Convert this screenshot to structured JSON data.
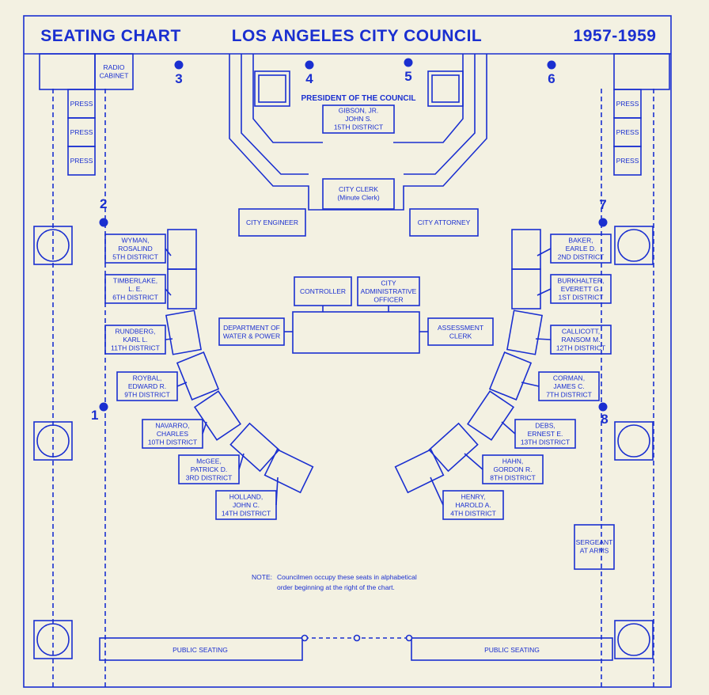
{
  "header": {
    "left": "SEATING CHART",
    "center": "LOS ANGELES CITY COUNCIL",
    "right": "1957-1959"
  },
  "chamber": {
    "radio_cabinet": [
      "RADIO",
      "CABINET"
    ],
    "press_label": "PRESS",
    "president_heading": "PRESIDENT OF THE COUNCIL",
    "president": [
      "GIBSON, JR.",
      "JOHN S.",
      "15TH DISTRICT"
    ],
    "city_clerk": [
      "CITY CLERK",
      "(Minute Clerk)"
    ],
    "city_engineer": "CITY ENGINEER",
    "city_attorney": "CITY ATTORNEY",
    "controller": "CONTROLLER",
    "cao": [
      "CITY",
      "ADMINISTRATIVE",
      "OFFICER"
    ],
    "water_power": [
      "DEPARTMENT OF",
      "WATER & POWER"
    ],
    "assessment_clerk": [
      "ASSESSMENT",
      "CLERK"
    ],
    "sergeant": [
      "SERGEANT",
      "AT ARMS"
    ],
    "public_seating": "PUBLIC SEATING",
    "note_label": "NOTE:",
    "note_lines": [
      "Councilmen occupy these seats in alphabetical",
      "order beginning at the right of the chart."
    ]
  },
  "markers": [
    "1",
    "2",
    "3",
    "4",
    "5",
    "6",
    "7",
    "8"
  ],
  "councilmen_left": [
    [
      "WYMAN,",
      "ROSALIND",
      "5TH DISTRICT"
    ],
    [
      "TIMBERLAKE,",
      "L. E.",
      "6TH DISTRICT"
    ],
    [
      "RUNDBERG,",
      "KARL L.",
      "11TH DISTRICT"
    ],
    [
      "ROYBAL,",
      "EDWARD R.",
      "9TH DISTRICT"
    ],
    [
      "NAVARRO,",
      "CHARLES",
      "10TH DISTRICT"
    ],
    [
      "McGEE,",
      "PATRICK D.",
      "3RD DISTRICT"
    ],
    [
      "HOLLAND,",
      "JOHN C.",
      "14TH DISTRICT"
    ]
  ],
  "councilmen_right": [
    [
      "BAKER,",
      "EARLE D.",
      "2ND DISTRICT"
    ],
    [
      "BURKHALTER,",
      "EVERETT G.",
      "1ST DISTRICT"
    ],
    [
      "CALLICOTT,",
      "RANSOM M.",
      "12TH DISTRICT"
    ],
    [
      "CORMAN,",
      "JAMES C.",
      "7TH DISTRICT"
    ],
    [
      "DEBS,",
      "ERNEST E.",
      "13TH DISTRICT"
    ],
    [
      "HAHN,",
      "GORDON R.",
      "8TH DISTRICT"
    ],
    [
      "HENRY,",
      "HAROLD A.",
      "4TH DISTRICT"
    ]
  ],
  "colors": {
    "ink": "#1a2fd0",
    "paper": "#f3f1e2"
  }
}
